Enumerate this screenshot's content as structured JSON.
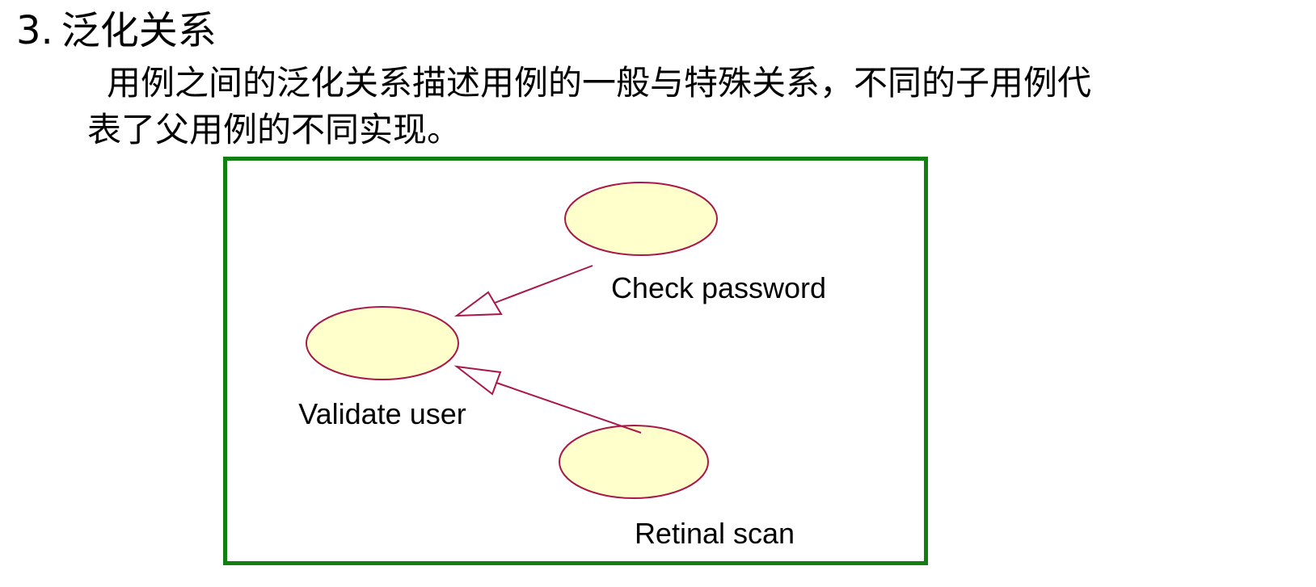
{
  "heading": {
    "number": "3.",
    "title": "泛化关系"
  },
  "paragraph": {
    "line1": "用例之间的泛化关系描述用例的一般与特殊关系，不同的子用例代",
    "line2": "表了父用例的不同实现。"
  },
  "diagram": {
    "use_cases": {
      "parent": "Validate user",
      "child1": "Check password",
      "child2": "Retinal scan"
    },
    "colors": {
      "frame": "#108010",
      "ellipse_fill": "#ffffcc",
      "ellipse_stroke": "#a8184a",
      "arrow": "#a8184a"
    }
  }
}
